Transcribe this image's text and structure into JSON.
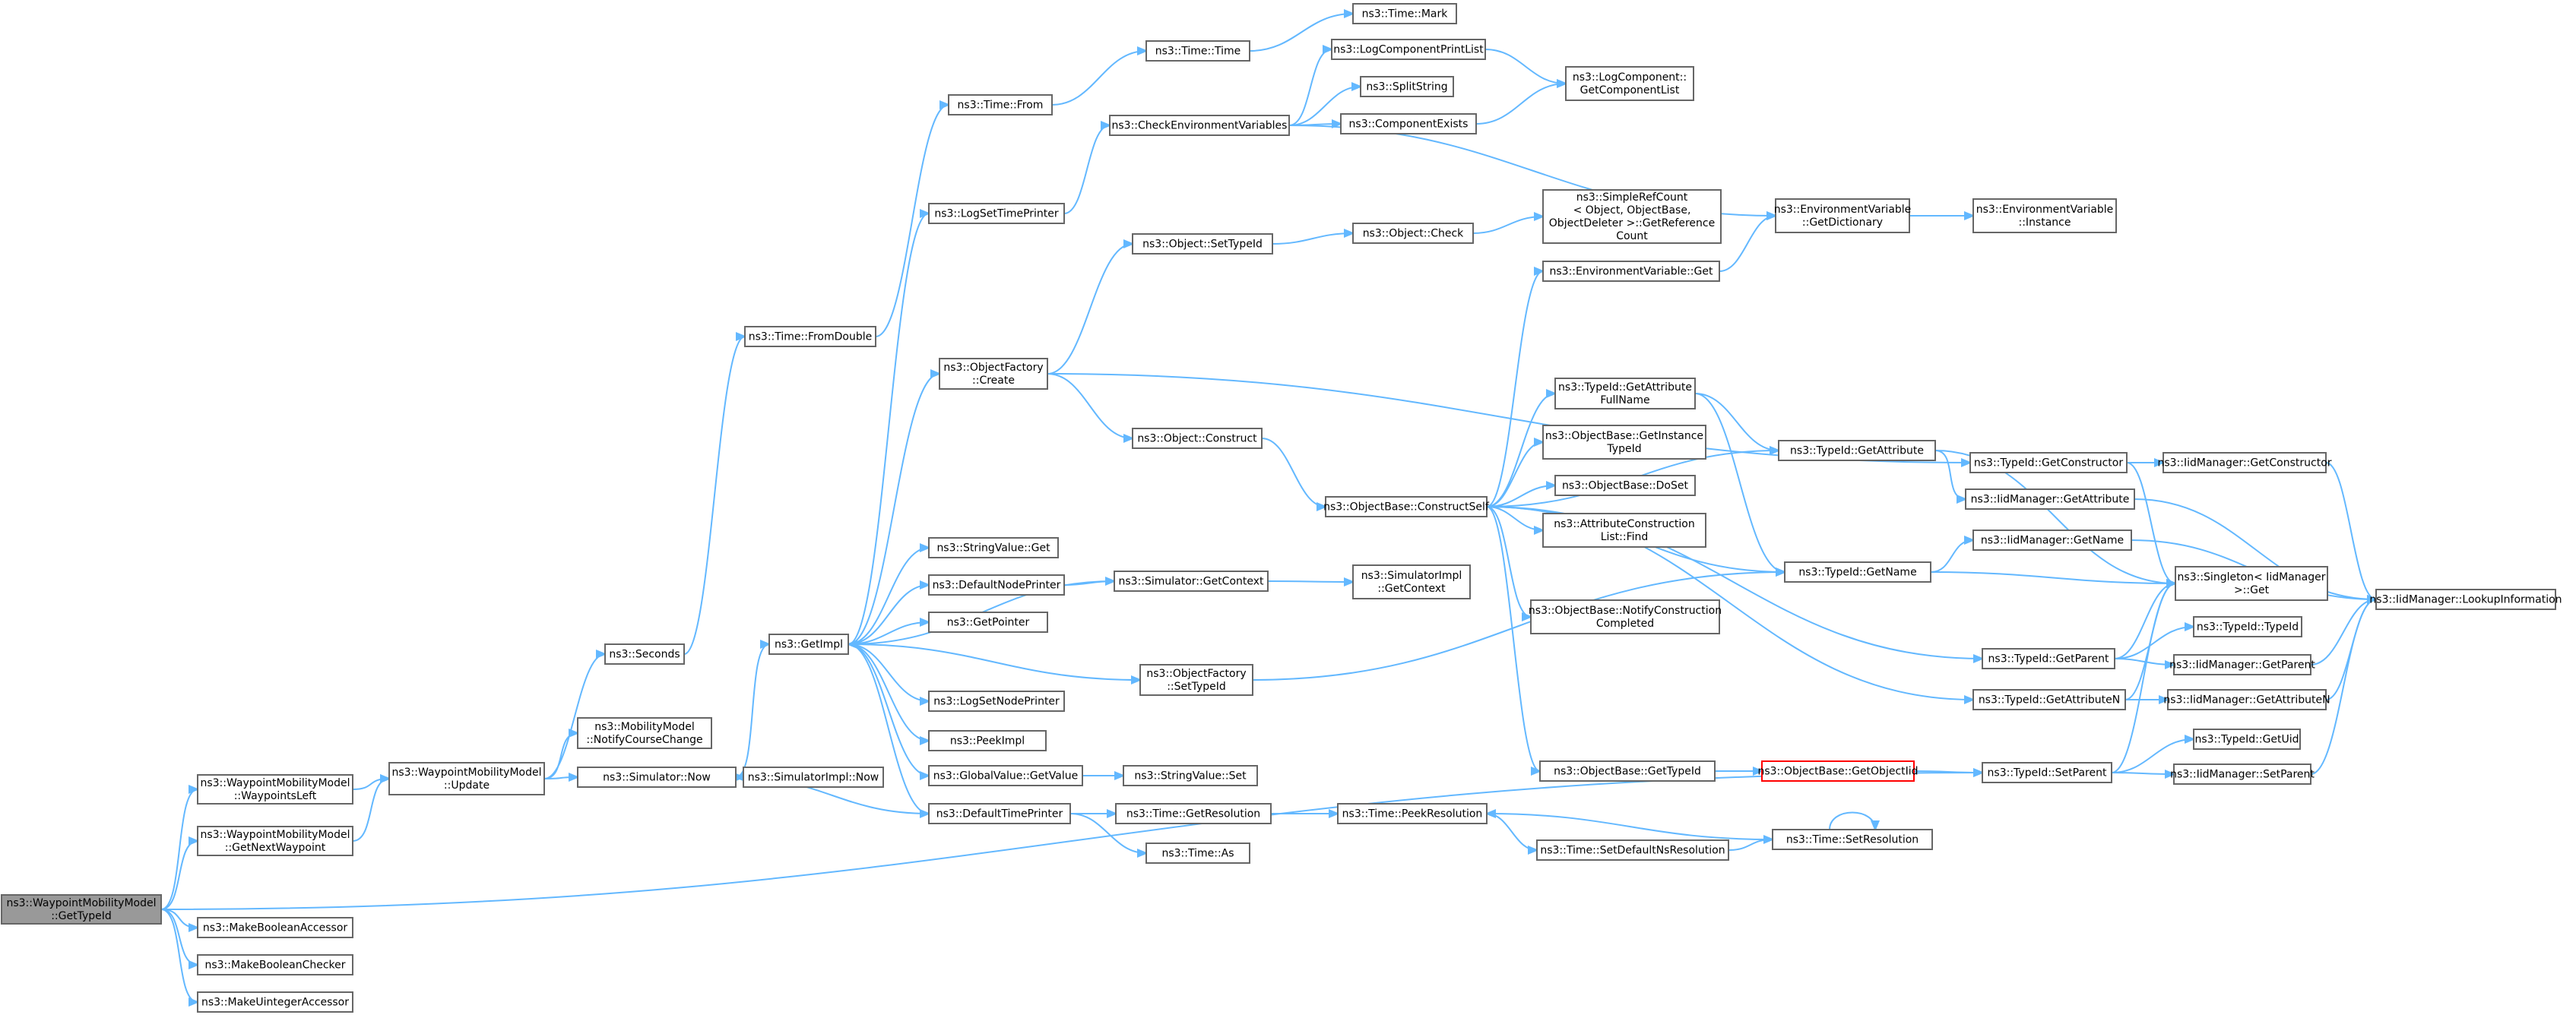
{
  "graph": {
    "root": "n0",
    "highlighted": [
      "n58"
    ],
    "edge_color": "#63b8ff",
    "node_border_color": "#666666",
    "root_fill_color": "#999999",
    "highlight_border_color": "#ff0000",
    "nodes": [
      {
        "id": "n0",
        "lines": [
          "ns3::WaypointMobilityModel",
          "::GetTypeId"
        ]
      },
      {
        "id": "n1",
        "lines": [
          "ns3::WaypointMobilityModel",
          "::WaypointsLeft"
        ]
      },
      {
        "id": "n2",
        "lines": [
          "ns3::WaypointMobilityModel",
          "::GetNextWaypoint"
        ]
      },
      {
        "id": "n3",
        "lines": [
          "ns3::MakeBooleanAccessor"
        ]
      },
      {
        "id": "n4",
        "lines": [
          "ns3::MakeBooleanChecker"
        ]
      },
      {
        "id": "n5",
        "lines": [
          "ns3::MakeUintegerAccessor"
        ]
      },
      {
        "id": "n6",
        "lines": [
          "ns3::WaypointMobilityModel",
          "::Update"
        ]
      },
      {
        "id": "n7",
        "lines": [
          "ns3::Seconds"
        ]
      },
      {
        "id": "n8",
        "lines": [
          "ns3::MobilityModel",
          "::NotifyCourseChange"
        ]
      },
      {
        "id": "n9",
        "lines": [
          "ns3::Simulator::Now"
        ]
      },
      {
        "id": "n10",
        "lines": [
          "ns3::Time::FromDouble"
        ]
      },
      {
        "id": "n11",
        "lines": [
          "ns3::Time::From"
        ]
      },
      {
        "id": "n12",
        "lines": [
          "ns3::GetImpl"
        ]
      },
      {
        "id": "n13",
        "lines": [
          "ns3::SimulatorImpl::Now"
        ]
      },
      {
        "id": "n14",
        "lines": [
          "ns3::LogSetTimePrinter"
        ]
      },
      {
        "id": "n15",
        "lines": [
          "ns3::ObjectFactory",
          "::Create"
        ]
      },
      {
        "id": "n16",
        "lines": [
          "ns3::StringValue::Get"
        ]
      },
      {
        "id": "n17",
        "lines": [
          "ns3::DefaultNodePrinter"
        ]
      },
      {
        "id": "n18",
        "lines": [
          "ns3::GetPointer"
        ]
      },
      {
        "id": "n19",
        "lines": [
          "ns3::LogSetNodePrinter"
        ]
      },
      {
        "id": "n20",
        "lines": [
          "ns3::PeekImpl"
        ]
      },
      {
        "id": "n21",
        "lines": [
          "ns3::GlobalValue::GetValue"
        ]
      },
      {
        "id": "n22",
        "lines": [
          "ns3::DefaultTimePrinter"
        ]
      },
      {
        "id": "n23",
        "lines": [
          "ns3::Time::Time"
        ]
      },
      {
        "id": "n24",
        "lines": [
          "ns3::Time::Mark"
        ]
      },
      {
        "id": "n25",
        "lines": [
          "ns3::CheckEnvironmentVariables"
        ]
      },
      {
        "id": "n26",
        "lines": [
          "ns3::LogComponentPrintList"
        ]
      },
      {
        "id": "n27",
        "lines": [
          "ns3::SplitString"
        ]
      },
      {
        "id": "n28",
        "lines": [
          "ns3::ComponentExists"
        ]
      },
      {
        "id": "n29",
        "lines": [
          "ns3::LogComponent::",
          "GetComponentList"
        ]
      },
      {
        "id": "n30",
        "lines": [
          "ns3::Object::SetTypeId"
        ]
      },
      {
        "id": "n31",
        "lines": [
          "ns3::Object::Check"
        ]
      },
      {
        "id": "n32",
        "lines": [
          "ns3::SimpleRefCount",
          "< Object, ObjectBase,",
          "ObjectDeleter >::GetReference",
          "Count"
        ]
      },
      {
        "id": "n33",
        "lines": [
          "ns3::Object::Construct"
        ]
      },
      {
        "id": "n34",
        "lines": [
          "ns3::Simulator::GetContext"
        ]
      },
      {
        "id": "n35",
        "lines": [
          "ns3::SimulatorImpl",
          "::GetContext"
        ]
      },
      {
        "id": "n36",
        "lines": [
          "ns3::ObjectFactory",
          "::SetTypeId"
        ]
      },
      {
        "id": "n37",
        "lines": [
          "ns3::StringValue::Set"
        ]
      },
      {
        "id": "n38",
        "lines": [
          "ns3::Time::GetResolution"
        ]
      },
      {
        "id": "n39",
        "lines": [
          "ns3::Time::As"
        ]
      },
      {
        "id": "n40",
        "lines": [
          "ns3::EnvironmentVariable",
          "::GetDictionary"
        ]
      },
      {
        "id": "n41",
        "lines": [
          "ns3::EnvironmentVariable",
          "::Instance"
        ]
      },
      {
        "id": "n42",
        "lines": [
          "ns3::EnvironmentVariable::Get"
        ]
      },
      {
        "id": "n43",
        "lines": [
          "ns3::TypeId::GetAttribute",
          "FullName"
        ]
      },
      {
        "id": "n44",
        "lines": [
          "ns3::ObjectBase::GetInstance",
          "TypeId"
        ]
      },
      {
        "id": "n45",
        "lines": [
          "ns3::ObjectBase::ConstructSelf"
        ]
      },
      {
        "id": "n46",
        "lines": [
          "ns3::ObjectBase::DoSet"
        ]
      },
      {
        "id": "n47",
        "lines": [
          "ns3::AttributeConstruction",
          "List::Find"
        ]
      },
      {
        "id": "n48",
        "lines": [
          "ns3::ObjectBase::NotifyConstruction",
          "Completed"
        ]
      },
      {
        "id": "n49",
        "lines": [
          "ns3::ObjectBase::GetTypeId"
        ]
      },
      {
        "id": "n50",
        "lines": [
          "ns3::Time::PeekResolution"
        ]
      },
      {
        "id": "n51",
        "lines": [
          "ns3::Time::SetDefaultNsResolution"
        ]
      },
      {
        "id": "n52",
        "lines": [
          "ns3::Time::SetResolution"
        ]
      },
      {
        "id": "n53",
        "lines": [
          "ns3::TypeId::GetAttribute"
        ]
      },
      {
        "id": "n54",
        "lines": [
          "ns3::TypeId::GetName"
        ]
      },
      {
        "id": "n55",
        "lines": [
          "ns3::TypeId::GetConstructor"
        ]
      },
      {
        "id": "n56",
        "lines": [
          "ns3::TypeId::GetParent"
        ]
      },
      {
        "id": "n57",
        "lines": [
          "ns3::TypeId::GetAttributeN"
        ]
      },
      {
        "id": "n58",
        "lines": [
          "ns3::ObjectBase::GetObjectIid"
        ]
      },
      {
        "id": "n59",
        "lines": [
          "ns3::TypeId::SetParent"
        ]
      },
      {
        "id": "n60",
        "lines": [
          "ns3::IidManager::GetConstructor"
        ]
      },
      {
        "id": "n61",
        "lines": [
          "ns3::IidManager::GetAttribute"
        ]
      },
      {
        "id": "n62",
        "lines": [
          "ns3::IidManager::GetName"
        ]
      },
      {
        "id": "n63",
        "lines": [
          "ns3::Singleton< IidManager",
          " >::Get"
        ]
      },
      {
        "id": "n64",
        "lines": [
          "ns3::TypeId::TypeId"
        ]
      },
      {
        "id": "n65",
        "lines": [
          "ns3::IidManager::GetParent"
        ]
      },
      {
        "id": "n66",
        "lines": [
          "ns3::IidManager::GetAttributeN"
        ]
      },
      {
        "id": "n67",
        "lines": [
          "ns3::TypeId::GetUid"
        ]
      },
      {
        "id": "n68",
        "lines": [
          "ns3::IidManager::SetParent"
        ]
      },
      {
        "id": "n69",
        "lines": [
          "ns3::IidManager::LookupInformation"
        ]
      }
    ],
    "edges": [
      [
        "n0",
        "n1"
      ],
      [
        "n0",
        "n2"
      ],
      [
        "n0",
        "n3"
      ],
      [
        "n0",
        "n4"
      ],
      [
        "n0",
        "n5"
      ],
      [
        "n0",
        "n59"
      ],
      [
        "n1",
        "n6"
      ],
      [
        "n2",
        "n6"
      ],
      [
        "n6",
        "n7"
      ],
      [
        "n6",
        "n8"
      ],
      [
        "n6",
        "n9"
      ],
      [
        "n7",
        "n10"
      ],
      [
        "n10",
        "n11"
      ],
      [
        "n11",
        "n23"
      ],
      [
        "n23",
        "n24"
      ],
      [
        "n9",
        "n12"
      ],
      [
        "n9",
        "n13"
      ],
      [
        "n12",
        "n14"
      ],
      [
        "n12",
        "n15"
      ],
      [
        "n12",
        "n16"
      ],
      [
        "n12",
        "n17"
      ],
      [
        "n12",
        "n18"
      ],
      [
        "n12",
        "n19"
      ],
      [
        "n12",
        "n20"
      ],
      [
        "n12",
        "n21"
      ],
      [
        "n12",
        "n22"
      ],
      [
        "n12",
        "n36"
      ],
      [
        "n14",
        "n25"
      ],
      [
        "n25",
        "n26"
      ],
      [
        "n25",
        "n27"
      ],
      [
        "n25",
        "n28"
      ],
      [
        "n25",
        "n40"
      ],
      [
        "n26",
        "n29"
      ],
      [
        "n28",
        "n29"
      ],
      [
        "n40",
        "n41"
      ],
      [
        "n15",
        "n30"
      ],
      [
        "n15",
        "n33"
      ],
      [
        "n15",
        "n55"
      ],
      [
        "n30",
        "n31"
      ],
      [
        "n31",
        "n32"
      ],
      [
        "n33",
        "n45"
      ],
      [
        "n17",
        "n34"
      ],
      [
        "n34",
        "n12"
      ],
      [
        "n34",
        "n35"
      ],
      [
        "n36",
        "n54"
      ],
      [
        "n21",
        "n37"
      ],
      [
        "n22",
        "n9"
      ],
      [
        "n22",
        "n38"
      ],
      [
        "n22",
        "n39"
      ],
      [
        "n38",
        "n50"
      ],
      [
        "n50",
        "n51"
      ],
      [
        "n51",
        "n52"
      ],
      [
        "n52",
        "n50"
      ],
      [
        "n52",
        "n52"
      ],
      [
        "n45",
        "n42"
      ],
      [
        "n45",
        "n43"
      ],
      [
        "n45",
        "n44"
      ],
      [
        "n45",
        "n46"
      ],
      [
        "n45",
        "n47"
      ],
      [
        "n45",
        "n48"
      ],
      [
        "n45",
        "n49"
      ],
      [
        "n45",
        "n53"
      ],
      [
        "n45",
        "n54"
      ],
      [
        "n45",
        "n56"
      ],
      [
        "n45",
        "n57"
      ],
      [
        "n42",
        "n40"
      ],
      [
        "n43",
        "n53"
      ],
      [
        "n43",
        "n54"
      ],
      [
        "n49",
        "n58"
      ],
      [
        "n58",
        "n59"
      ],
      [
        "n53",
        "n61"
      ],
      [
        "n53",
        "n63"
      ],
      [
        "n54",
        "n62"
      ],
      [
        "n54",
        "n63"
      ],
      [
        "n55",
        "n60"
      ],
      [
        "n55",
        "n63"
      ],
      [
        "n56",
        "n63"
      ],
      [
        "n56",
        "n64"
      ],
      [
        "n56",
        "n65"
      ],
      [
        "n57",
        "n63"
      ],
      [
        "n57",
        "n66"
      ],
      [
        "n59",
        "n63"
      ],
      [
        "n59",
        "n67"
      ],
      [
        "n59",
        "n68"
      ],
      [
        "n60",
        "n69"
      ],
      [
        "n61",
        "n69"
      ],
      [
        "n62",
        "n69"
      ],
      [
        "n65",
        "n69"
      ],
      [
        "n66",
        "n69"
      ],
      [
        "n68",
        "n69"
      ]
    ]
  }
}
